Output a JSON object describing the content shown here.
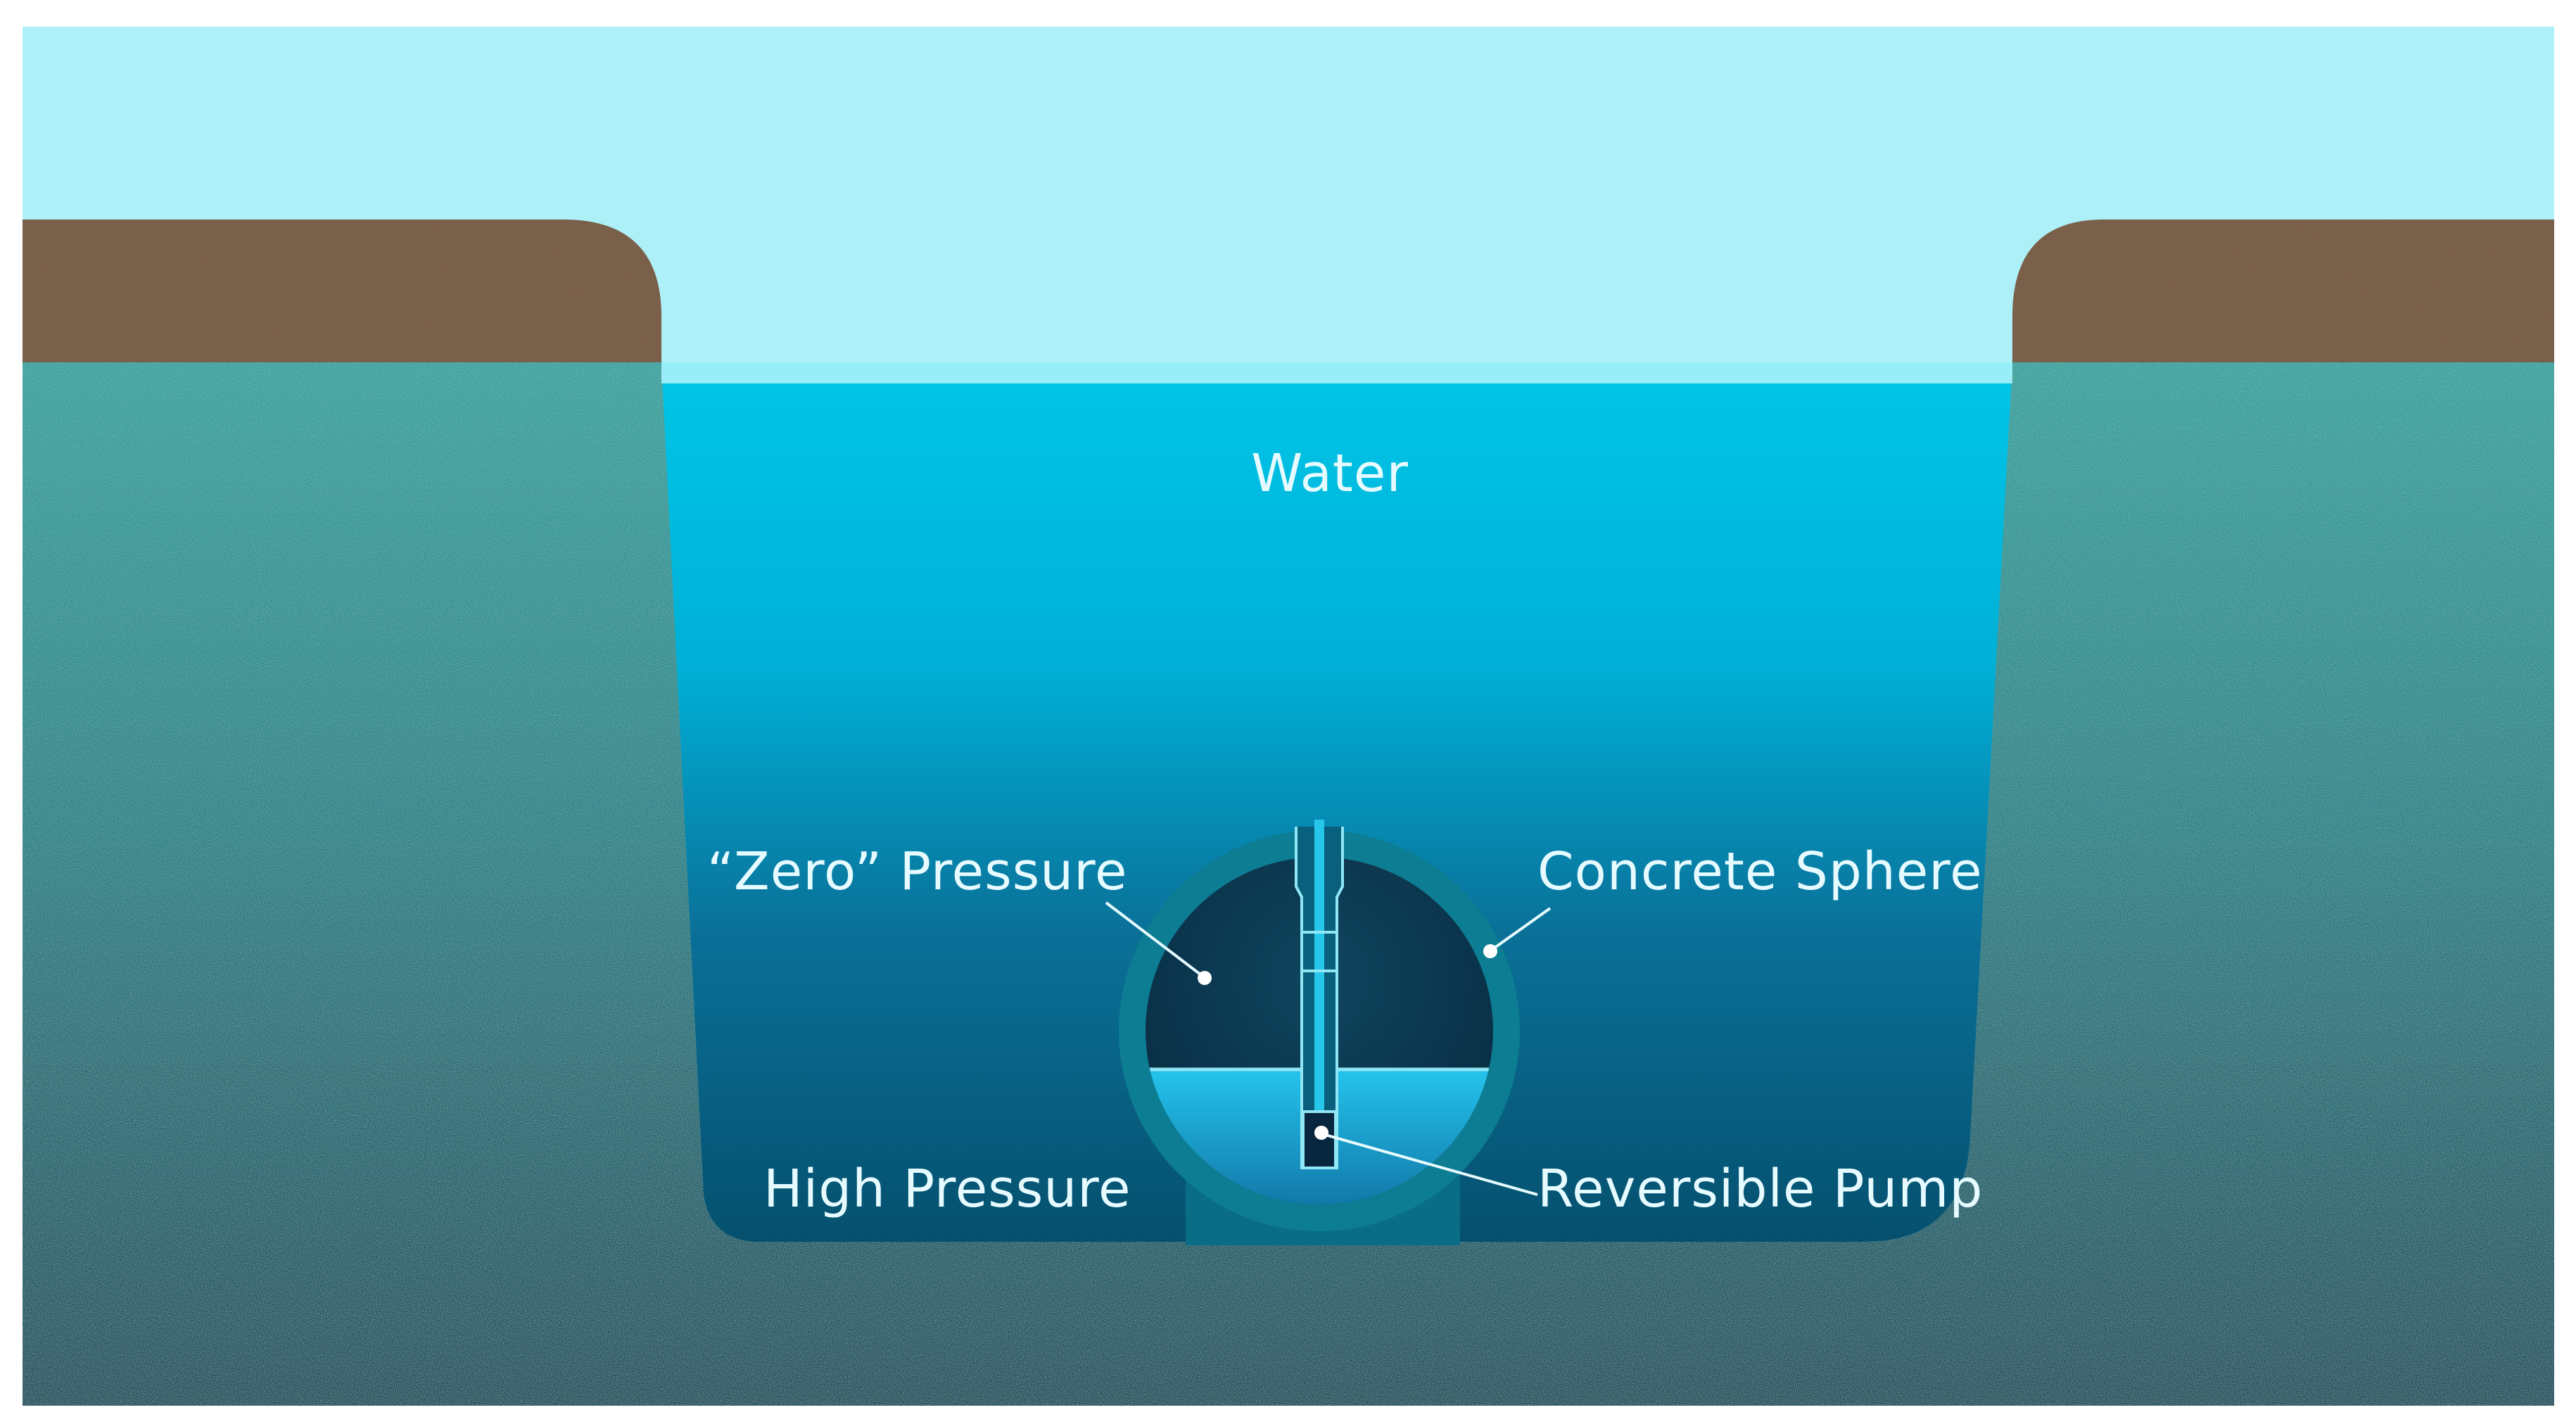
{
  "labels": {
    "water": "Water",
    "zero_pressure": "“Zero” Pressure",
    "concrete_sphere": "Concrete Sphere",
    "high_pressure": "High Pressure",
    "reversible_pump": "Reversible Pump"
  },
  "colors": {
    "sky": "#aef0f8",
    "soil": "#7a5e49",
    "ground_top": "#2a9d98",
    "ground_bottom": "#0a3f4f",
    "water_top": "#00c6e8",
    "water_bottom": "#05506e",
    "sphere_ring": "#0d7d93",
    "sphere_interior": "#0a2f48",
    "sphere_water": "#1bb2e0",
    "label": "#e6fbff"
  }
}
